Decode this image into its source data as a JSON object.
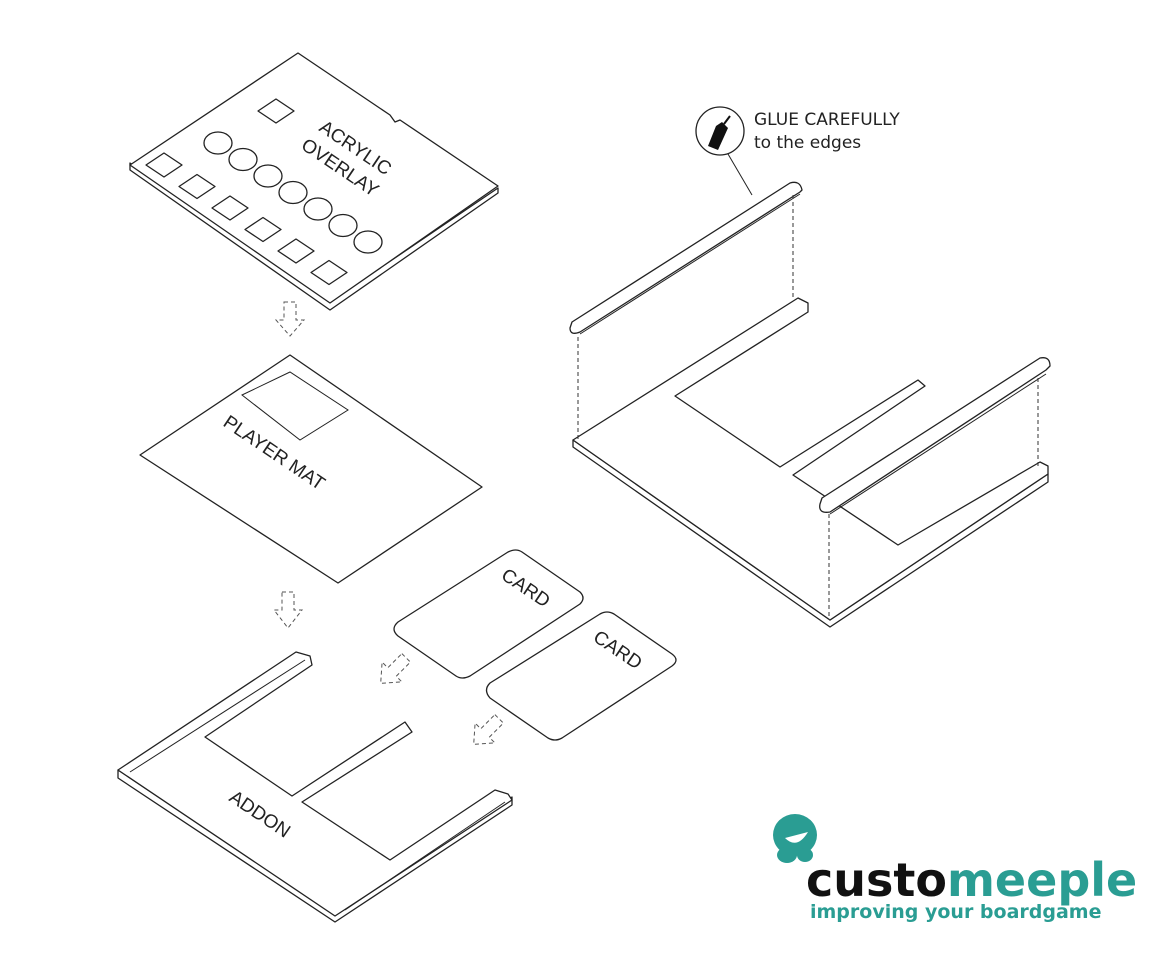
{
  "labels": {
    "overlay_line1": "ACRYLIC",
    "overlay_line2": "OVERLAY",
    "player_mat": "PLAYER MAT",
    "card1": "CARD",
    "card2": "CARD",
    "addon": "ADDON"
  },
  "callout": {
    "line1": "GLUE CAREFULLY",
    "line2": "to the edges",
    "icon": "glue-tube-icon"
  },
  "logo": {
    "name_dark": "custo",
    "name_teal": "meeple",
    "tagline": "improving your boardgame",
    "colors": {
      "teal": "#2a9d93",
      "dark": "#111111"
    }
  }
}
